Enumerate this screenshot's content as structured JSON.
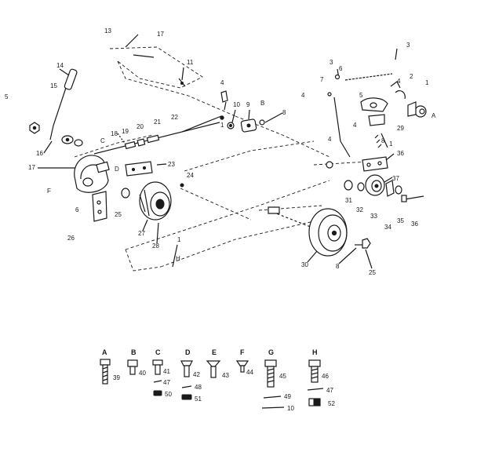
{
  "callouts": [
    {
      "id": "c13",
      "text": "13"
    },
    {
      "id": "c17a",
      "text": "17"
    },
    {
      "id": "c11",
      "text": "11"
    },
    {
      "id": "c14",
      "text": "14"
    },
    {
      "id": "c15",
      "text": "15"
    },
    {
      "id": "c5a",
      "text": "5"
    },
    {
      "id": "c16",
      "text": "16"
    },
    {
      "id": "c17b",
      "text": "17"
    },
    {
      "id": "cCa",
      "text": "C"
    },
    {
      "id": "c18",
      "text": "18"
    },
    {
      "id": "c19",
      "text": "19"
    },
    {
      "id": "c20",
      "text": "20"
    },
    {
      "id": "c21",
      "text": "21"
    },
    {
      "id": "c22",
      "text": "22"
    },
    {
      "id": "cDa",
      "text": "D"
    },
    {
      "id": "c23",
      "text": "23"
    },
    {
      "id": "cFa",
      "text": "F"
    },
    {
      "id": "c24",
      "text": "24"
    },
    {
      "id": "c6a",
      "text": "6"
    },
    {
      "id": "c25a",
      "text": "25"
    },
    {
      "id": "c27",
      "text": "27"
    },
    {
      "id": "c26",
      "text": "26"
    },
    {
      "id": "c28",
      "text": "28"
    },
    {
      "id": "c1a",
      "text": "1"
    },
    {
      "id": "cHa",
      "text": "H"
    },
    {
      "id": "c4a",
      "text": "4"
    },
    {
      "id": "c10a",
      "text": "10"
    },
    {
      "id": "c9",
      "text": "9"
    },
    {
      "id": "cBa",
      "text": "B"
    },
    {
      "id": "c8a",
      "text": "8"
    },
    {
      "id": "c1b",
      "text": "1"
    },
    {
      "id": "c3a",
      "text": "3"
    },
    {
      "id": "c3b",
      "text": "3"
    },
    {
      "id": "c6b",
      "text": "6"
    },
    {
      "id": "c7",
      "text": "7"
    },
    {
      "id": "c2",
      "text": "2"
    },
    {
      "id": "c4b",
      "text": "4"
    },
    {
      "id": "c5b",
      "text": "5"
    },
    {
      "id": "c4c",
      "text": "4"
    },
    {
      "id": "c1c",
      "text": "1"
    },
    {
      "id": "cAa",
      "text": "A"
    },
    {
      "id": "c29",
      "text": "29"
    },
    {
      "id": "c4d",
      "text": "4"
    },
    {
      "id": "c4e",
      "text": "4"
    },
    {
      "id": "c8b",
      "text": "8"
    },
    {
      "id": "c1d",
      "text": "1"
    },
    {
      "id": "c36a",
      "text": "36"
    },
    {
      "id": "c37",
      "text": "37"
    },
    {
      "id": "c31",
      "text": "31"
    },
    {
      "id": "c32",
      "text": "32"
    },
    {
      "id": "c33",
      "text": "33"
    },
    {
      "id": "c34",
      "text": "34"
    },
    {
      "id": "c35",
      "text": "35"
    },
    {
      "id": "c36b",
      "text": "36"
    },
    {
      "id": "c30",
      "text": "30"
    },
    {
      "id": "c8c",
      "text": "8"
    },
    {
      "id": "c25b",
      "text": "25"
    }
  ],
  "hardware_legend": [
    {
      "letter": "A",
      "number": "39"
    },
    {
      "letter": "B",
      "number": "40"
    },
    {
      "letter": "C",
      "number": "41"
    },
    {
      "letter": "D",
      "number": "42"
    },
    {
      "letter": "E",
      "number": "43"
    },
    {
      "letter": "F",
      "number": "44"
    },
    {
      "letter": "G",
      "number": "45"
    },
    {
      "letter": "H",
      "number": "46"
    }
  ],
  "extra_parts": [
    {
      "id": "x47a",
      "text": "47"
    },
    {
      "id": "x48",
      "text": "48"
    },
    {
      "id": "x50",
      "text": "50"
    },
    {
      "id": "x51",
      "text": "51"
    },
    {
      "id": "x49",
      "text": "49"
    },
    {
      "id": "x10",
      "text": "10"
    },
    {
      "id": "x47b",
      "text": "47"
    },
    {
      "id": "x52",
      "text": "52"
    }
  ]
}
